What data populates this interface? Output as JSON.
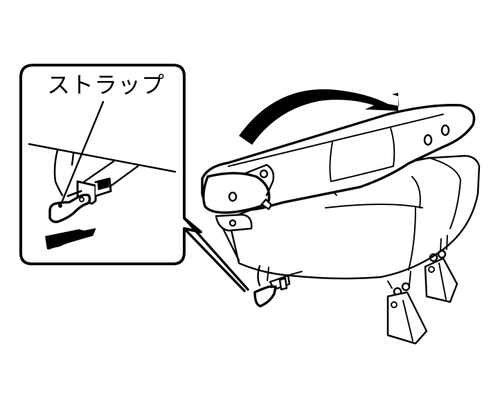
{
  "diagram": {
    "type": "technical-illustration",
    "subject": "folding seat with strap release",
    "callout": {
      "label": "ストラップ",
      "label_meaning": "Strap"
    },
    "colors": {
      "line": "#000000",
      "background": "#ffffff"
    },
    "elements": [
      {
        "name": "callout-box",
        "description": "rounded inset panel showing strap detail with pull arrow"
      },
      {
        "name": "fold-arrow",
        "description": "curved arrow indicating seatback folding forward"
      },
      {
        "name": "seatback",
        "description": "folded seatback with hinge bolts"
      },
      {
        "name": "seat-cushion",
        "description": "seat cushion base"
      },
      {
        "name": "seat-legs",
        "description": "two rear mounting legs with bolts"
      },
      {
        "name": "strap",
        "description": "strap loop beneath seat cushion"
      }
    ]
  }
}
